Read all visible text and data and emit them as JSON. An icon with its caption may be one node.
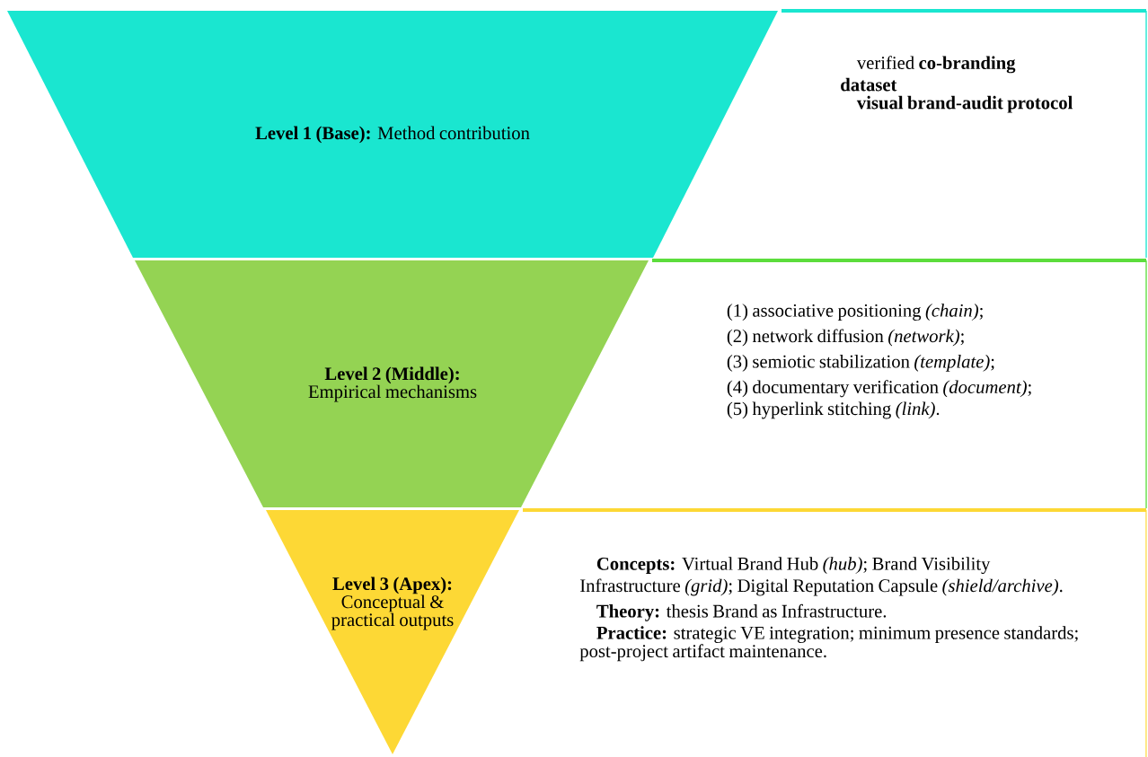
{
  "diagram": {
    "nodes": [
      {
        "text": [
          "**Level 1 (Base):** Method contribution"
        ]
      },
      {
        "text": [
          "verified **co-branding dataset**",
          "**visual brand-audit protocol**"
        ]
      },
      {
        "text": [
          "**Level 2 (Middle):** Empirical mechanisms"
        ]
      },
      {
        "text": [
          "(1) associative positioning *(chain)*;",
          "(2) network diffusion *(network)*;",
          "(3) semiotic stabilization *(template)*;",
          "(4) documentary verification *(document)*;",
          "(5) hyperlink stitching *(link)*."
        ]
      },
      {
        "text": [
          "**Level 3 (Apex):** Conceptual & practical outputs"
        ]
      },
      {
        "text": [
          "**Concepts:** Virtual Brand Hub *(hub)*; Brand Visibility Infrastructure *(grid)*; Digital Reputation Capsule *(shield/archive)*.",
          "**Theory:** thesis Brand as Infrastructure.",
          "**Practice:** strategic VE integration; minimum presence standards; post-project artifact maintenance."
        ]
      }
    ]
  }
}
